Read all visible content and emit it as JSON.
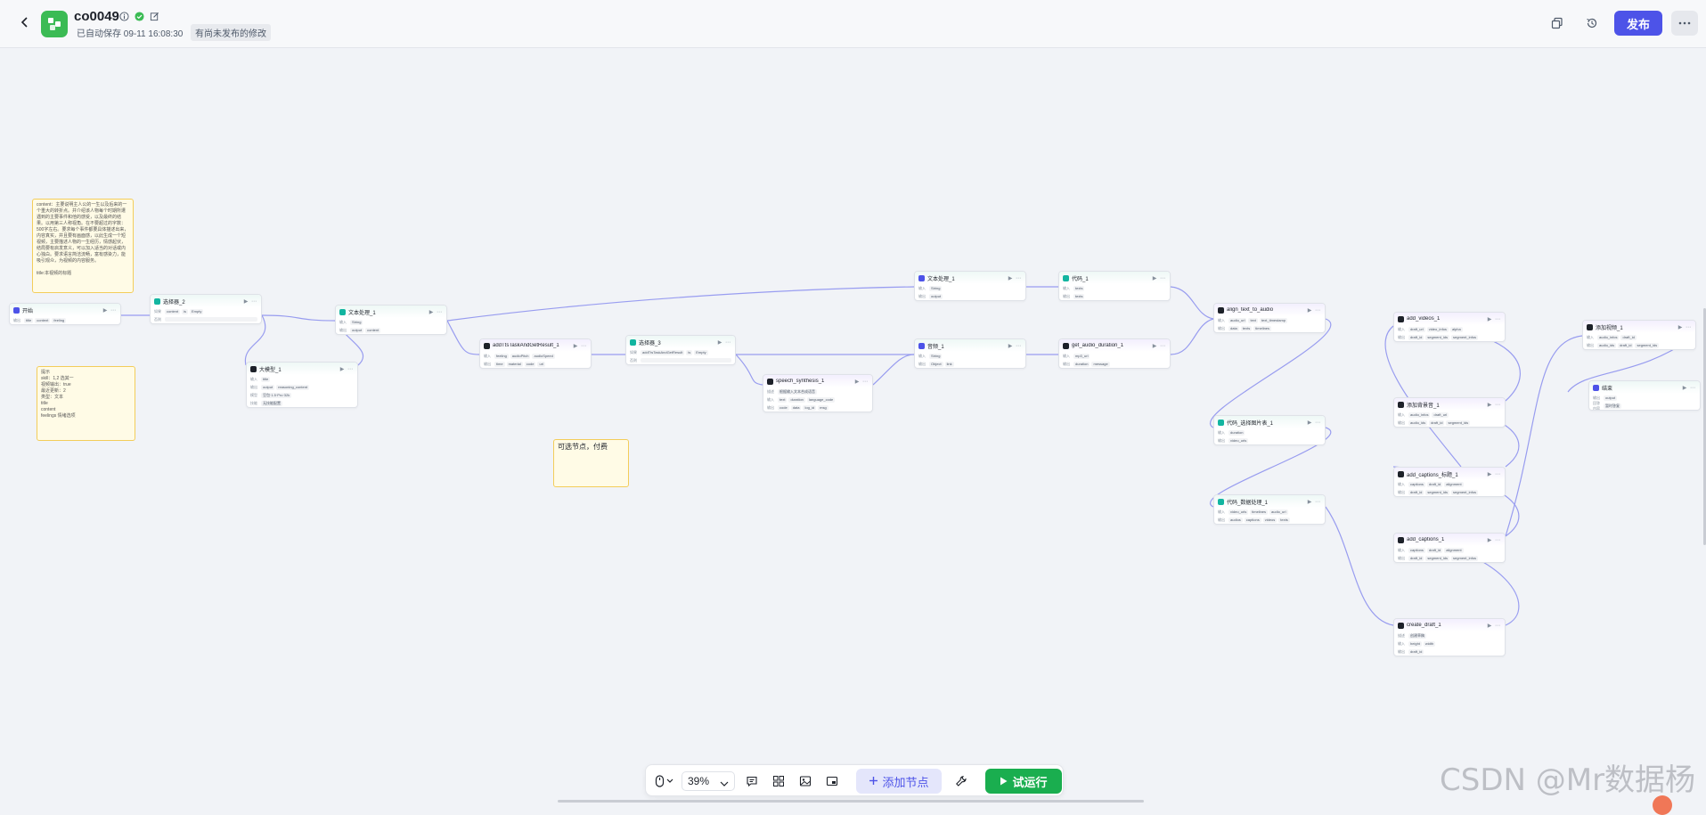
{
  "header": {
    "title": "co0049",
    "autosave": "已自动保存 09-11 16:08:30",
    "unpublished": "有尚未发布的修改",
    "publish_label": "发布"
  },
  "notes": [
    {
      "text": "content：主要说明主人公的一生以及后来的一个重大的转折点。并介绍该人物每个时期所遭遇到的主要事件和他的感受，以及最终的结果。以用第三人称视角。在不要超过的字数：500字左右。要求每个事件都要具体描述出来，内容真实，并且要有画面感，以此生成一个短视频，主要描述人物的一生经历，情感起伏，结局要有启发意义，可以加入适当的对话或内心独白。要求语言简洁流畅，富有感染力，能吸引观众，为视频的内容服务。\n\ntitle:本视频的标题"
    },
    {
      "text": "提示\nskill：1,2 选其一\n视频输出：true\n最近更新：2\n类型：文本\ntitle\ncontent\nfeelings 情绪选项"
    },
    {
      "text": "可选节点，付费"
    }
  ],
  "nodes": [
    {
      "title": "开始",
      "rows": [
        [
          "输出",
          "title",
          "content",
          "feeling"
        ]
      ]
    },
    {
      "title": "选择器_2",
      "rows": [
        [
          "如果",
          "content",
          "is",
          "Empty"
        ],
        [
          "否则",
          ""
        ]
      ]
    },
    {
      "title": "大模型_1",
      "rows": [
        [
          "输入",
          "title"
        ],
        [
          "输出",
          "output",
          "reasoning_content"
        ],
        [
          "模型",
          "豆包·1.5·Pro·32k"
        ],
        [
          "技能",
          "无技能配置"
        ]
      ]
    },
    {
      "title": "文本处理_1",
      "rows": [
        [
          "输入",
          "String"
        ],
        [
          "输出",
          "output",
          "content"
        ]
      ]
    },
    {
      "title": "addTtsTaskAndGetResult_1",
      "rows": [
        [
          "输入",
          "feeling",
          "audioPitch",
          "audioSpeed"
        ],
        [
          "输出",
          "time",
          "material",
          "code",
          "url"
        ]
      ]
    },
    {
      "title": "选择器_3",
      "rows": [
        [
          "如果",
          "addTtsTaskAndGetResult",
          "is",
          "Empty"
        ],
        [
          "否则",
          ""
        ]
      ]
    },
    {
      "title": "speech_synthesis_1",
      "rows": [
        [
          "描述",
          "根据输入文本合成语音"
        ],
        [
          "输入",
          "text",
          "duration",
          "language_code"
        ],
        [
          "输出",
          "code",
          "data",
          "log_id",
          "msg"
        ]
      ]
    },
    {
      "title": "文本处理_1",
      "rows": [
        [
          "输入",
          "String"
        ],
        [
          "输出",
          "output"
        ]
      ]
    },
    {
      "title": "代码_1",
      "rows": [
        [
          "输入",
          "texts"
        ],
        [
          "输出",
          "texts"
        ]
      ]
    },
    {
      "title": "音频_1",
      "rows": [
        [
          "输入",
          "String"
        ],
        [
          "输出",
          "Object",
          "link"
        ]
      ]
    },
    {
      "title": "get_audio_duration_1",
      "rows": [
        [
          "输入",
          "mp3_url"
        ],
        [
          "输出",
          "duration",
          "message"
        ]
      ]
    },
    {
      "title": "align_text_to_audio",
      "rows": [
        [
          "输入",
          "audio_url",
          "text",
          "text_timestamp"
        ],
        [
          "输出",
          "data",
          "texts",
          "timelines"
        ]
      ]
    },
    {
      "title": "代码_选择图片表_1",
      "rows": [
        [
          "输入",
          "duration"
        ],
        [
          "输出",
          "video_urls"
        ]
      ]
    },
    {
      "title": "代码_数据处理_1",
      "rows": [
        [
          "输入",
          "video_urls",
          "timelines",
          "audio_url"
        ],
        [
          "输出",
          "audios",
          "captions",
          "videos",
          "texts"
        ]
      ]
    },
    {
      "title": "add_videos_1",
      "rows": [
        [
          "输入",
          "draft_url",
          "video_infos",
          "alpha"
        ],
        [
          "输出",
          "draft_id",
          "segment_ids",
          "segment_infos"
        ]
      ]
    },
    {
      "title": "添加背景音_1",
      "rows": [
        [
          "输入",
          "audio_infos",
          "draft_url"
        ],
        [
          "输出",
          "audio_ids",
          "draft_id",
          "segment_ids"
        ]
      ]
    },
    {
      "title": "add_captions_标题_1",
      "rows": [
        [
          "输入",
          "captions",
          "draft_id",
          "alignment"
        ],
        [
          "输出",
          "draft_id",
          "segment_ids",
          "segment_infos"
        ]
      ]
    },
    {
      "title": "add_captions_1",
      "rows": [
        [
          "输入",
          "captions",
          "draft_id",
          "alignment"
        ],
        [
          "输出",
          "draft_id",
          "segment_ids",
          "segment_infos"
        ]
      ]
    },
    {
      "title": "create_draft_1",
      "rows": [
        [
          "描述",
          "创建草稿"
        ],
        [
          "输入",
          "height",
          "width"
        ],
        [
          "输出",
          "draft_id"
        ]
      ]
    },
    {
      "title": "添加视频_1",
      "rows": [
        [
          "输入",
          "audio_infos",
          "draft_id"
        ],
        [
          "输出",
          "audio_ids",
          "draft_id",
          "segment_ids"
        ]
      ]
    },
    {
      "title": "结束",
      "rows": [
        [
          "输出",
          "output"
        ],
        [
          "回答内容",
          "暂时答复"
        ]
      ]
    }
  ],
  "toolbar": {
    "zoom": "39%",
    "add_node_label": "添加节点",
    "run_label": "试运行"
  },
  "watermark": "CSDN @Mr数据杨",
  "colors": {
    "accent": "#4d53e8",
    "run": "#1aae4f",
    "brand": "#3bbb54",
    "note_border": "#f3cd5a"
  }
}
